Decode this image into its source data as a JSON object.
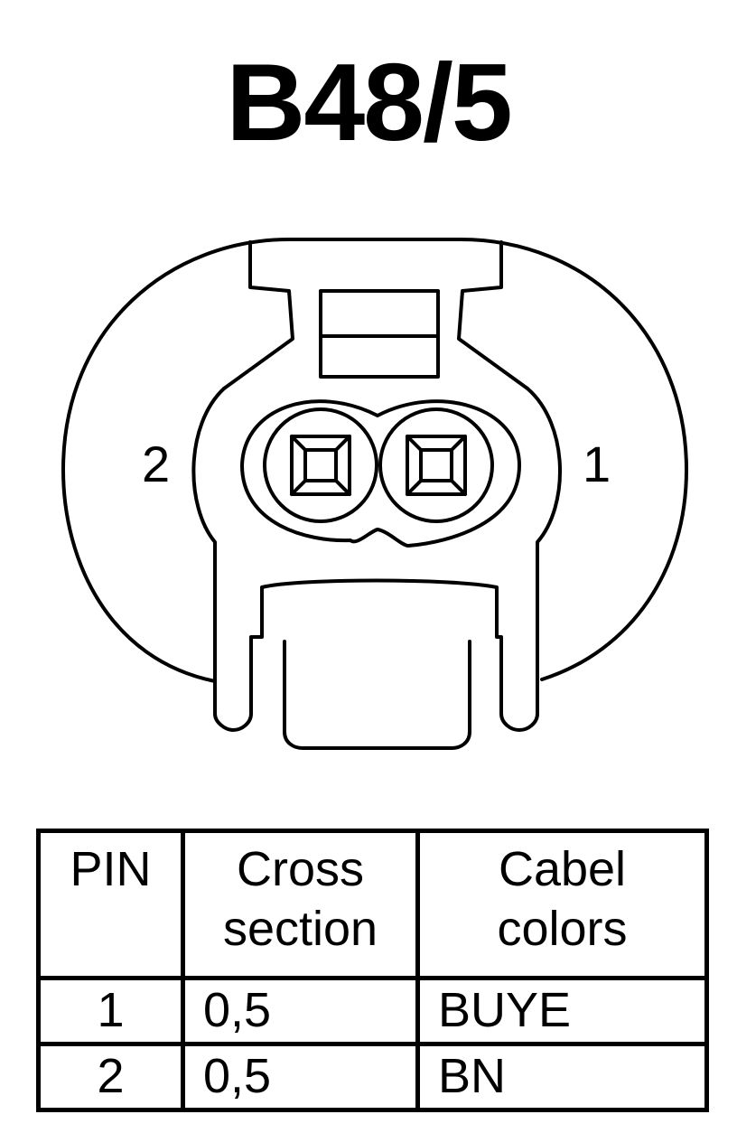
{
  "title": "B48/5",
  "connector": {
    "pin_left_label": "2",
    "pin_right_label": "1"
  },
  "table": {
    "headers": [
      [
        "PIN"
      ],
      [
        "Cross",
        "section"
      ],
      [
        "Cabel",
        "colors"
      ]
    ],
    "rows": [
      [
        "1",
        "0,5",
        "BUYE"
      ],
      [
        "2",
        "0,5",
        "BN"
      ]
    ]
  }
}
